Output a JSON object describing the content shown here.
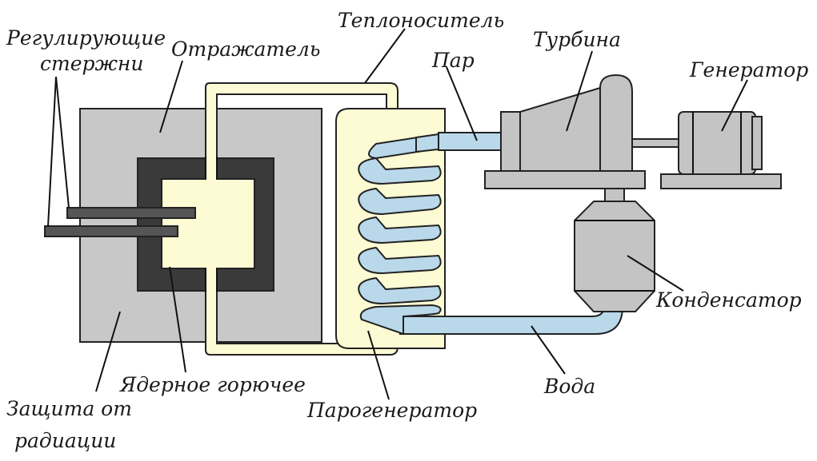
{
  "diagram": {
    "labels": {
      "control_rods": [
        "Регулирующие",
        "стержни"
      ],
      "reflector": "Отражатель",
      "coolant": "Теплоноситель",
      "steam": "Пар",
      "turbine": "Турбина",
      "generator": "Генератор",
      "condenser": "Конденсатор",
      "water": "Вода",
      "steam_generator": "Парогенератор",
      "nuclear_fuel": "Ядерное горючее",
      "radiation_shield": [
        "Защита от",
        "радиации"
      ]
    },
    "colors": {
      "shield": "#c8c8c8",
      "reflector": "#3a3a3a",
      "fuel": "#fcfbd3",
      "coolant_pipe": "#fcfbd3",
      "water_steam": "#b9d8ea",
      "machinery": "#c4c4c4",
      "outline": "#222222"
    }
  }
}
